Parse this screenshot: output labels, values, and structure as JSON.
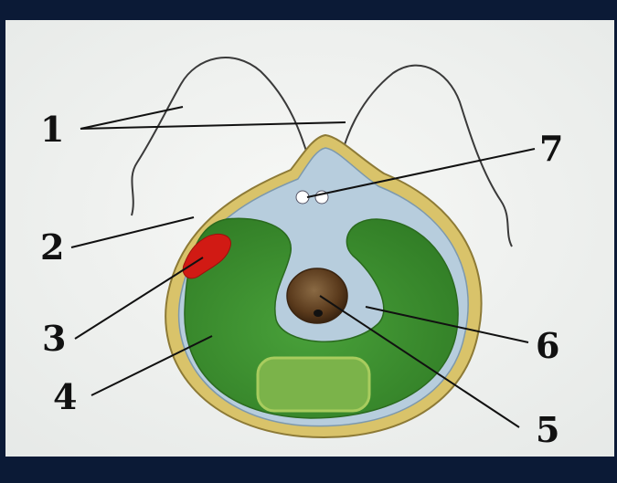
{
  "diagram": {
    "labels": [
      "1",
      "2",
      "3",
      "4",
      "5",
      "6",
      "7"
    ]
  },
  "colors": {
    "frame": "#0b1a36",
    "paper": "#f3f4f2",
    "cell_wall": "#d9c36a",
    "cytoplasm": "#b7cddd",
    "chloroplast": "#3c8f2e",
    "pyrenoid": "#7bb34a",
    "eyespot": "#d11a14",
    "nucleus": "#6b4a2a",
    "flagella": "#3a3a3a",
    "leader_lines": "#111111"
  }
}
